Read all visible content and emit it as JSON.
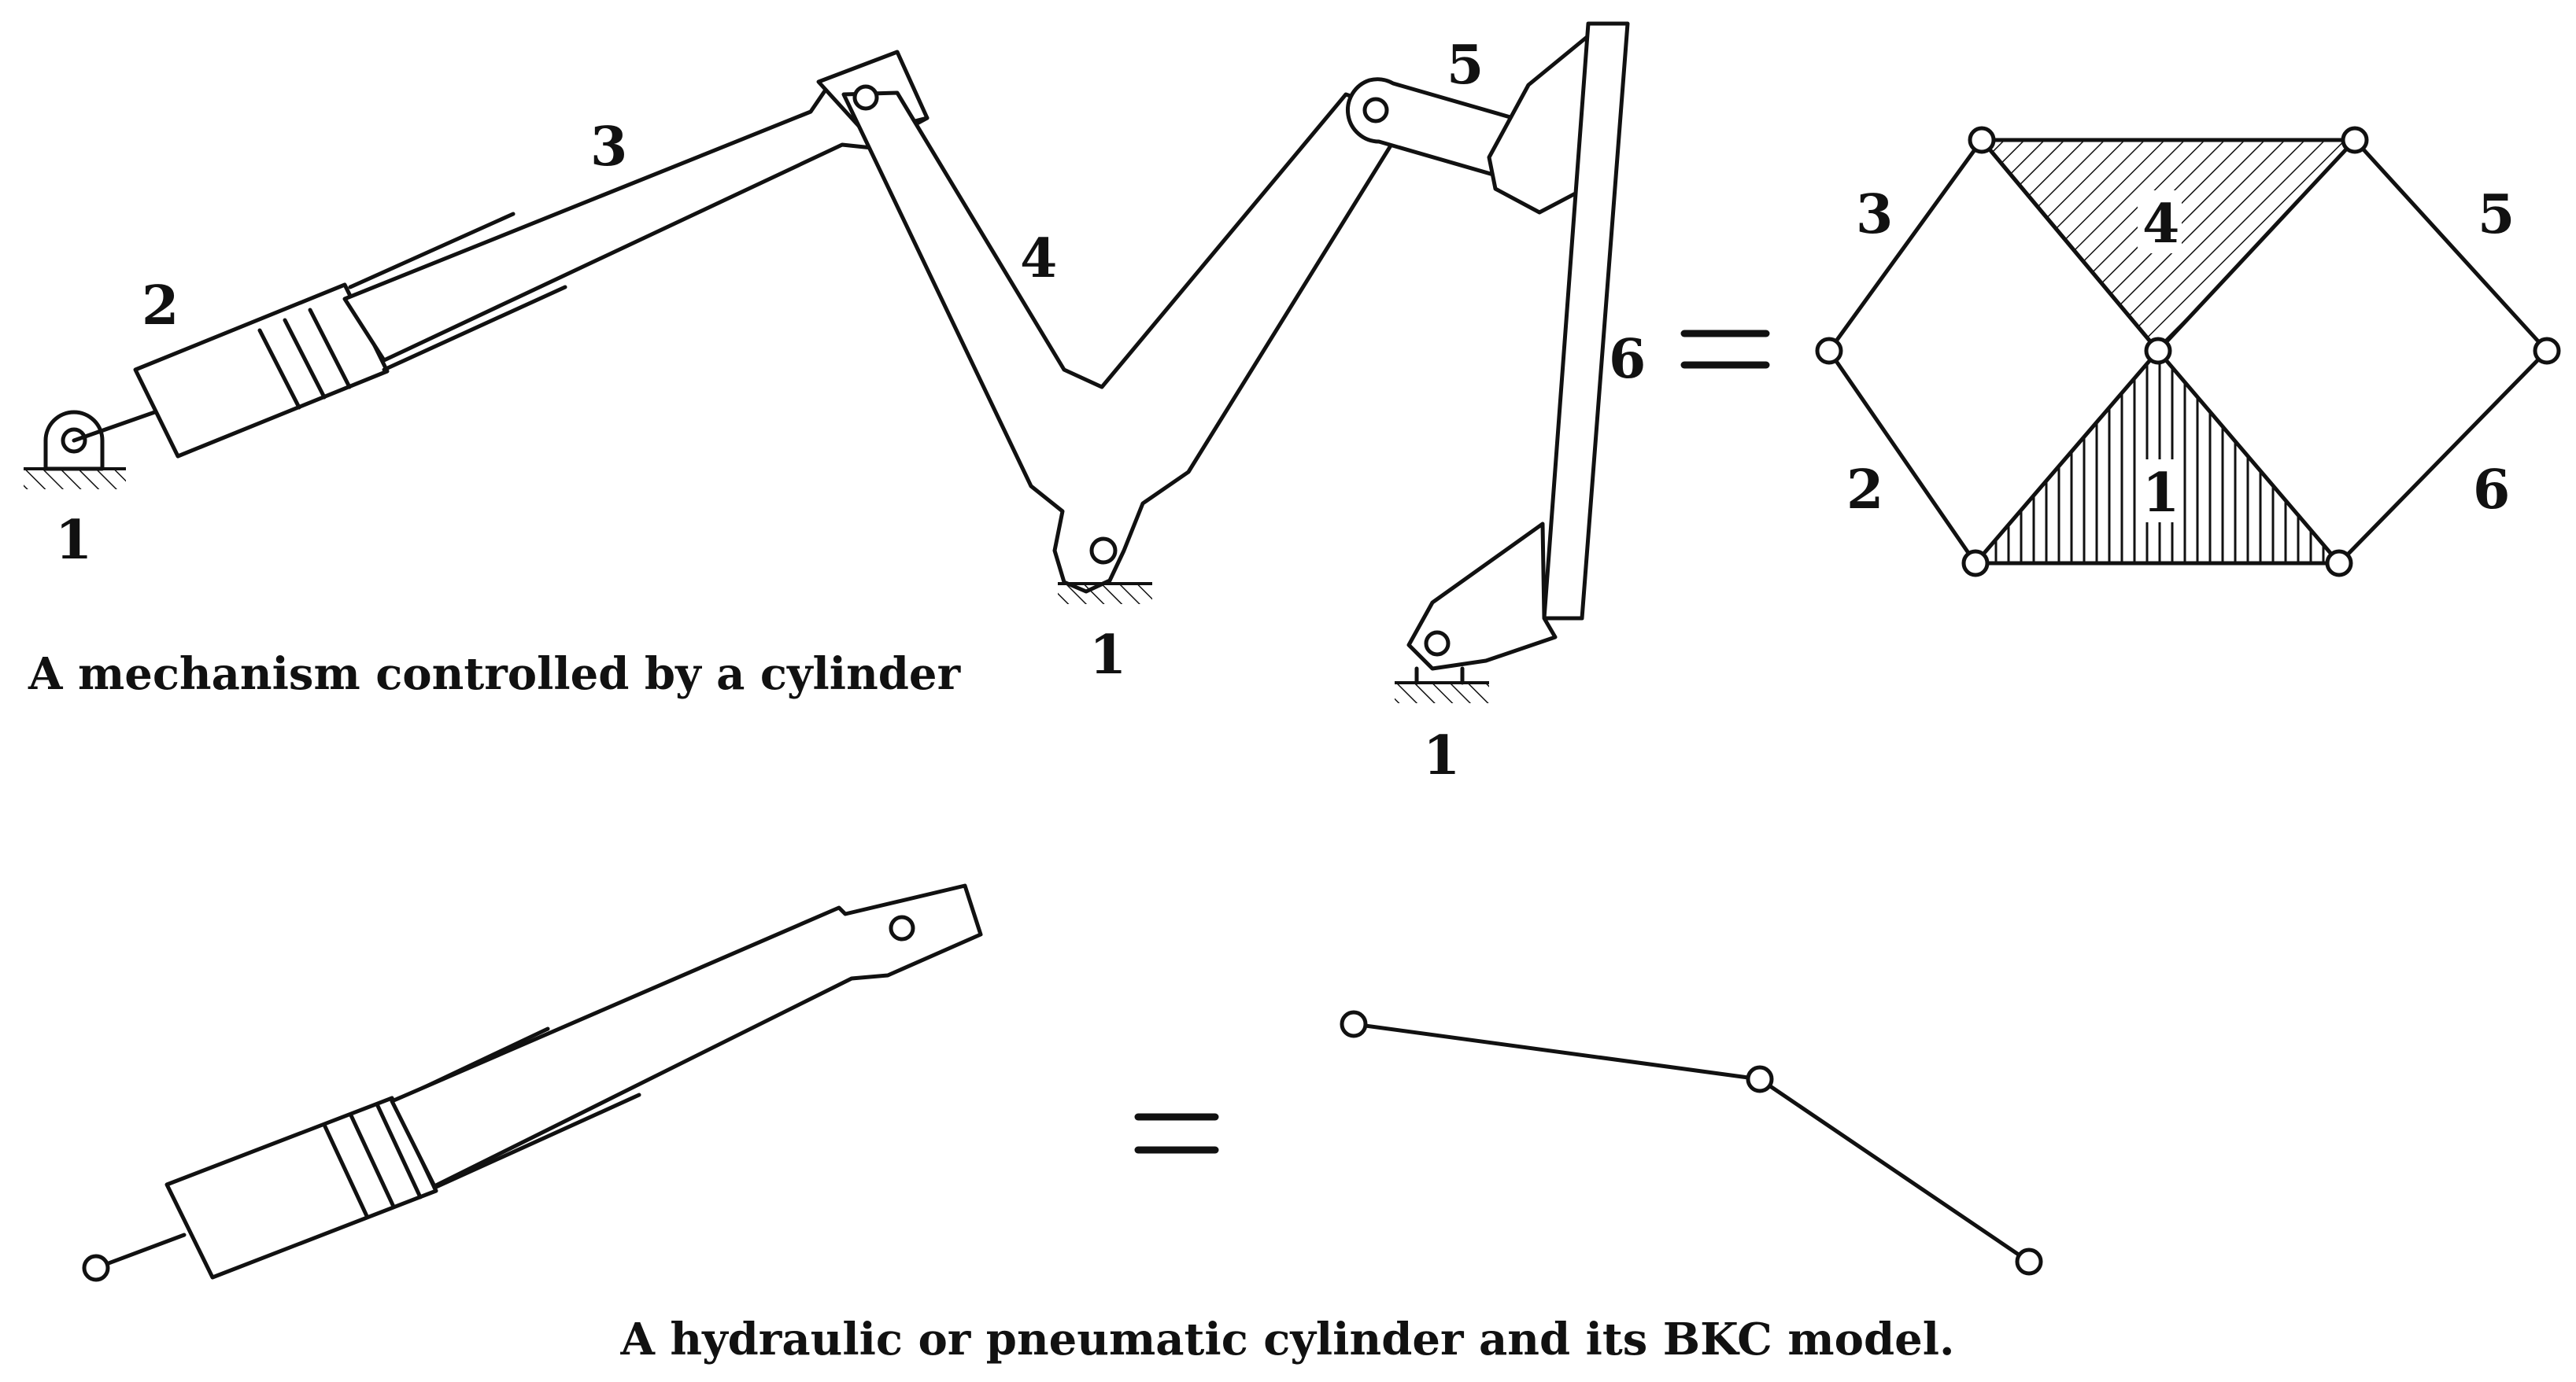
{
  "labels": {
    "link1_a": "1",
    "link1_b": "1",
    "link1_c": "1",
    "link2": "2",
    "link3": "3",
    "link4": "4",
    "link5": "5",
    "link6": "6"
  },
  "graph_labels": {
    "n3": "3",
    "n4": "4",
    "n5": "5",
    "n2": "2",
    "n1": "1",
    "n6": "6"
  },
  "equals": "=",
  "captions": {
    "top": "A mechanism controlled by a cylinder",
    "bottom": "A hydraulic or pneumatic cylinder and its BKC model."
  }
}
